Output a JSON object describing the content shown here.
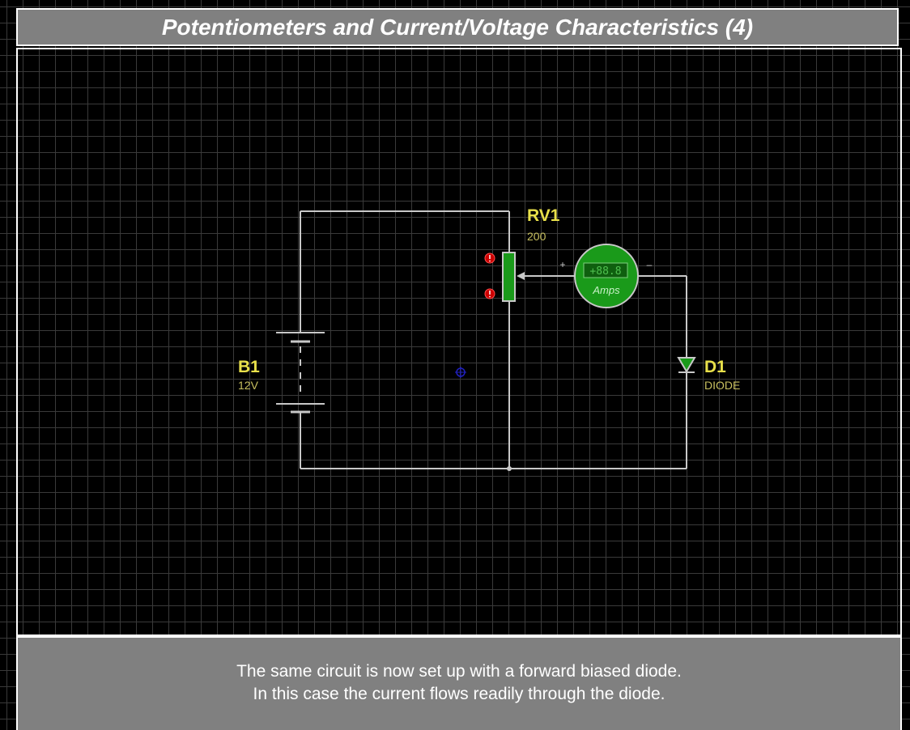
{
  "title": "Potentiometers and Current/Voltage Characteristics (4)",
  "colors": {
    "background": "#000000",
    "grid": "#3a3a3a",
    "panel": "#808080",
    "wire": "#c8c8c8",
    "label": "#e8e04a",
    "component_green": "#1a9a1a",
    "pin_red": "#cc0000"
  },
  "components": {
    "battery": {
      "ref": "B1",
      "value": "12V"
    },
    "potentiometer": {
      "ref": "RV1",
      "value": "200"
    },
    "ammeter": {
      "display": "+88.8",
      "unit": "Amps",
      "plus_sign": "+",
      "minus_sign": "–"
    },
    "diode": {
      "ref": "D1",
      "value": "DIODE"
    }
  },
  "info": {
    "line1": "The same circuit is now set up with a forward biased diode.",
    "line2": "In this case the current flows readily through the diode."
  }
}
